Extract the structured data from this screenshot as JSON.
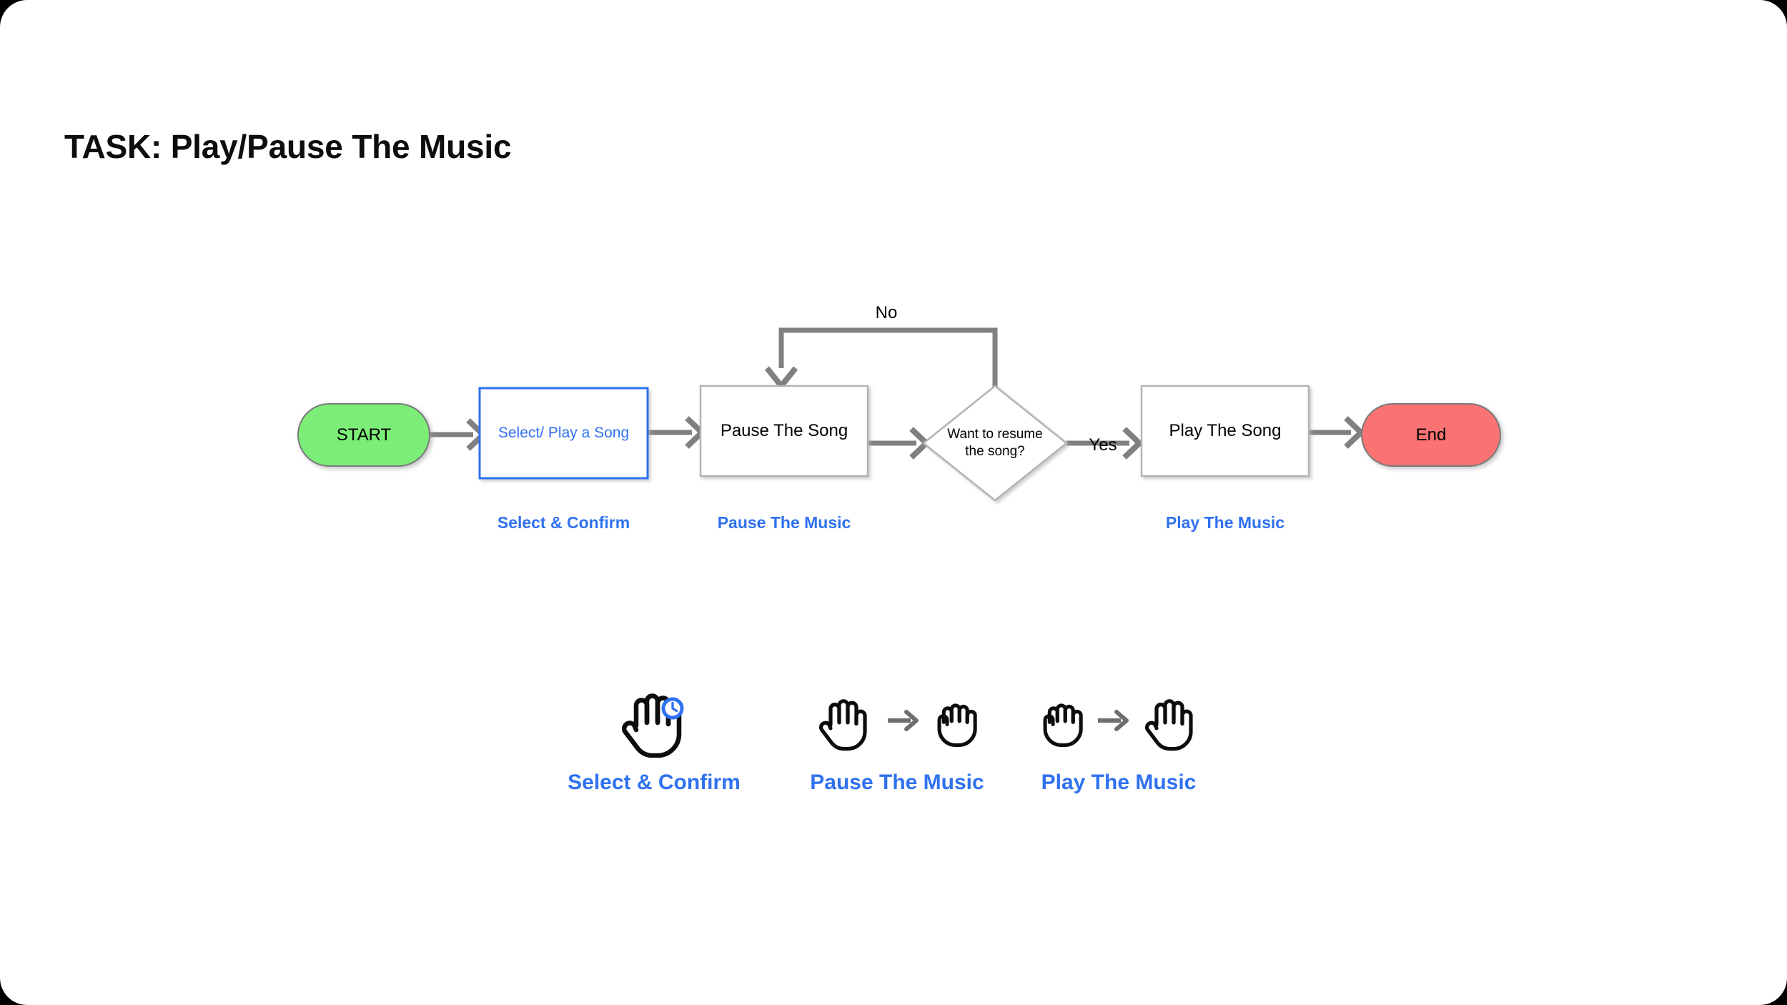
{
  "page": {
    "title": "TASK: Play/Pause The Music",
    "background": "#ffffff",
    "accent_blue": "#2f71f0",
    "start_green": "#7bee78",
    "end_red": "#fa7272",
    "connector_gray": "#808080",
    "node_border_gray": "#b3b3b3"
  },
  "flowchart": {
    "type": "flowchart",
    "nodes": [
      {
        "id": "start",
        "label": "START",
        "shape": "pill",
        "fill": "#7bee78",
        "border": "#7a7a7a",
        "text_color": "#000000"
      },
      {
        "id": "select",
        "label": "Select/ Play a Song",
        "shape": "rectangle",
        "fill": "#ffffff",
        "border": "#2f71f0",
        "text_color": "#2f71f0"
      },
      {
        "id": "pause",
        "label": "Pause The Song",
        "shape": "rectangle",
        "fill": "#ffffff",
        "border": "#b3b3b3",
        "text_color": "#000000"
      },
      {
        "id": "decision",
        "label": "Want to resume\nthe song?",
        "shape": "diamond",
        "fill": "#ffffff",
        "border": "#b3b3b3",
        "text_color": "#000000"
      },
      {
        "id": "play",
        "label": "Play The Song",
        "shape": "rectangle",
        "fill": "#ffffff",
        "border": "#b3b3b3",
        "text_color": "#000000"
      },
      {
        "id": "end",
        "label": "End",
        "shape": "pill",
        "fill": "#fa7272",
        "border": "#7a7a7a",
        "text_color": "#000000"
      }
    ],
    "edges": [
      {
        "from": "start",
        "to": "select",
        "label": ""
      },
      {
        "from": "select",
        "to": "pause",
        "label": ""
      },
      {
        "from": "pause",
        "to": "decision",
        "label": ""
      },
      {
        "from": "decision",
        "to": "pause",
        "label": "No"
      },
      {
        "from": "decision",
        "to": "play",
        "label": "Yes"
      },
      {
        "from": "play",
        "to": "end",
        "label": ""
      }
    ],
    "edge_labels": {
      "no": "No",
      "yes": "Yes"
    },
    "captions": [
      {
        "for": "select",
        "label": "Select & Confirm"
      },
      {
        "for": "pause",
        "label": "Pause The Music"
      },
      {
        "for": "play",
        "label": "Play The Music"
      }
    ]
  },
  "gestures": [
    {
      "label": "Select & Confirm",
      "icons": [
        "open-hand-icon",
        "clock-badge-icon"
      ],
      "transition": false
    },
    {
      "label": "Pause The Music",
      "icons": [
        "open-hand-icon",
        "arrow-right-icon",
        "fist-hand-icon"
      ],
      "transition": true
    },
    {
      "label": "Play The Music",
      "icons": [
        "fist-hand-icon",
        "arrow-right-icon",
        "open-hand-icon"
      ],
      "transition": true
    }
  ]
}
